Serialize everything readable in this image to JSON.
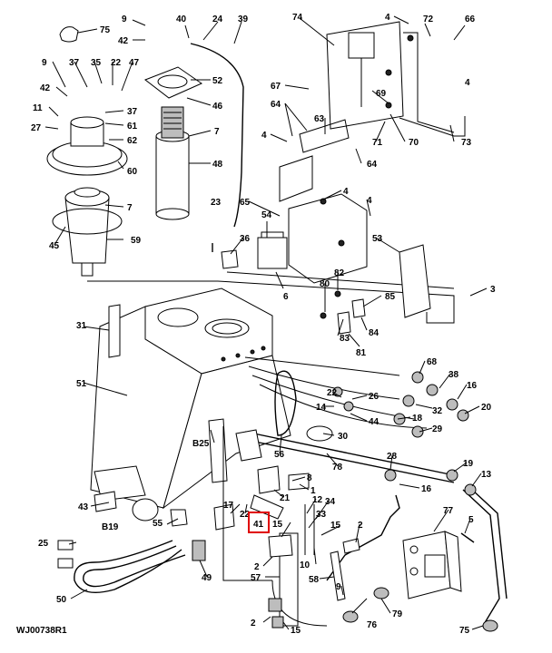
{
  "drawing_id": "WJ00738R1",
  "highlight_color": "#e00000",
  "highlighted_callout": "41",
  "callouts": [
    {
      "id": "c-75a",
      "text": "75"
    },
    {
      "id": "c-9a",
      "text": "9"
    },
    {
      "id": "c-42a",
      "text": "42"
    },
    {
      "id": "c-40",
      "text": "40"
    },
    {
      "id": "c-24",
      "text": "24"
    },
    {
      "id": "c-39",
      "text": "39"
    },
    {
      "id": "c-74",
      "text": "74"
    },
    {
      "id": "c-4a",
      "text": "4"
    },
    {
      "id": "c-72",
      "text": "72"
    },
    {
      "id": "c-66",
      "text": "66"
    },
    {
      "id": "c-9b",
      "text": "9"
    },
    {
      "id": "c-37a",
      "text": "37"
    },
    {
      "id": "c-35",
      "text": "35"
    },
    {
      "id": "c-22a",
      "text": "22"
    },
    {
      "id": "c-47",
      "text": "47"
    },
    {
      "id": "c-52",
      "text": "52"
    },
    {
      "id": "c-42b",
      "text": "42"
    },
    {
      "id": "c-46",
      "text": "46"
    },
    {
      "id": "c-11",
      "text": "11"
    },
    {
      "id": "c-37b",
      "text": "37"
    },
    {
      "id": "c-61",
      "text": "61"
    },
    {
      "id": "c-27",
      "text": "27"
    },
    {
      "id": "c-62",
      "text": "62"
    },
    {
      "id": "c-7a",
      "text": "7"
    },
    {
      "id": "c-60",
      "text": "60"
    },
    {
      "id": "c-48",
      "text": "48"
    },
    {
      "id": "c-67",
      "text": "67"
    },
    {
      "id": "c-69",
      "text": "69"
    },
    {
      "id": "c-4b",
      "text": "4"
    },
    {
      "id": "c-64a",
      "text": "64"
    },
    {
      "id": "c-63",
      "text": "63"
    },
    {
      "id": "c-4c",
      "text": "4"
    },
    {
      "id": "c-71",
      "text": "71"
    },
    {
      "id": "c-70",
      "text": "70"
    },
    {
      "id": "c-73",
      "text": "73"
    },
    {
      "id": "c-64b",
      "text": "64"
    },
    {
      "id": "c-7b",
      "text": "7"
    },
    {
      "id": "c-23",
      "text": "23"
    },
    {
      "id": "c-65",
      "text": "65"
    },
    {
      "id": "c-4d",
      "text": "4"
    },
    {
      "id": "c-4e",
      "text": "4"
    },
    {
      "id": "c-45",
      "text": "45"
    },
    {
      "id": "c-59",
      "text": "59"
    },
    {
      "id": "c-54",
      "text": "54"
    },
    {
      "id": "c-36",
      "text": "36"
    },
    {
      "id": "c-53",
      "text": "53"
    },
    {
      "id": "c-82",
      "text": "82"
    },
    {
      "id": "c-3",
      "text": "3"
    },
    {
      "id": "c-80",
      "text": "80"
    },
    {
      "id": "c-85",
      "text": "85"
    },
    {
      "id": "c-6",
      "text": "6"
    },
    {
      "id": "c-31",
      "text": "31"
    },
    {
      "id": "c-83",
      "text": "83"
    },
    {
      "id": "c-84",
      "text": "84"
    },
    {
      "id": "c-81",
      "text": "81"
    },
    {
      "id": "c-68",
      "text": "68"
    },
    {
      "id": "c-38",
      "text": "38"
    },
    {
      "id": "c-51",
      "text": "51"
    },
    {
      "id": "c-16a",
      "text": "16"
    },
    {
      "id": "c-22b",
      "text": "22"
    },
    {
      "id": "c-26",
      "text": "26"
    },
    {
      "id": "c-32",
      "text": "32"
    },
    {
      "id": "c-20",
      "text": "20"
    },
    {
      "id": "c-14",
      "text": "14"
    },
    {
      "id": "c-44",
      "text": "44"
    },
    {
      "id": "c-18",
      "text": "18"
    },
    {
      "id": "c-29",
      "text": "29"
    },
    {
      "id": "c-B25",
      "text": "B25"
    },
    {
      "id": "c-56",
      "text": "56"
    },
    {
      "id": "c-30",
      "text": "30"
    },
    {
      "id": "c-28",
      "text": "28"
    },
    {
      "id": "c-78",
      "text": "78"
    },
    {
      "id": "c-19a",
      "text": "19"
    },
    {
      "id": "c-8",
      "text": "8"
    },
    {
      "id": "c-13",
      "text": "13"
    },
    {
      "id": "c-1",
      "text": "1"
    },
    {
      "id": "c-16b",
      "text": "16"
    },
    {
      "id": "c-21",
      "text": "21"
    },
    {
      "id": "c-12",
      "text": "12"
    },
    {
      "id": "c-34",
      "text": "34"
    },
    {
      "id": "c-43",
      "text": "43"
    },
    {
      "id": "c-17",
      "text": "17"
    },
    {
      "id": "c-33",
      "text": "33"
    },
    {
      "id": "c-B19",
      "text": "B19"
    },
    {
      "id": "c-22c",
      "text": "22"
    },
    {
      "id": "c-55",
      "text": "55"
    },
    {
      "id": "c-41",
      "text": "41"
    },
    {
      "id": "c-15a",
      "text": "15"
    },
    {
      "id": "c-15b",
      "text": "15"
    },
    {
      "id": "c-2a",
      "text": "2"
    },
    {
      "id": "c-77",
      "text": "77"
    },
    {
      "id": "c-25",
      "text": "25"
    },
    {
      "id": "c-5",
      "text": "5"
    },
    {
      "id": "c-10",
      "text": "10"
    },
    {
      "id": "c-2b",
      "text": "2"
    },
    {
      "id": "c-57",
      "text": "57"
    },
    {
      "id": "c-49",
      "text": "49"
    },
    {
      "id": "c-58",
      "text": "58"
    },
    {
      "id": "c-50",
      "text": "50"
    },
    {
      "id": "c-9c",
      "text": "9"
    },
    {
      "id": "c-76",
      "text": "76"
    },
    {
      "id": "c-79",
      "text": "79"
    },
    {
      "id": "c-2c",
      "text": "2"
    },
    {
      "id": "c-15c",
      "text": "15"
    },
    {
      "id": "c-75b",
      "text": "75"
    }
  ]
}
